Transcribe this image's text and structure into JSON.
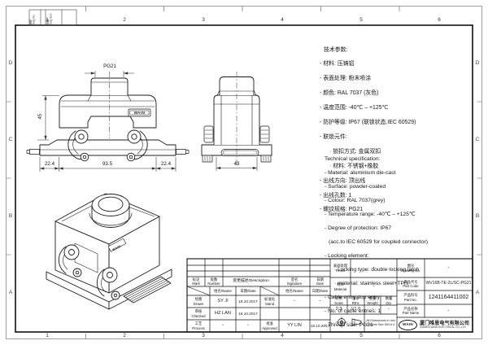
{
  "frame": {
    "zone_columns": [
      "1",
      "2",
      "3",
      "4",
      "5",
      "6"
    ],
    "zone_rows": [
      "D",
      "C",
      "B",
      "A"
    ],
    "corner_block": {
      "cell_1": "图号\nDwg No.",
      "cell_2": "规格\nDwg Size"
    }
  },
  "views": {
    "front": {
      "thread": "PG21",
      "height": "45",
      "dim_left": "22.4",
      "dim_middle": "93.5",
      "dim_right": "22.4",
      "brand": "WAIN"
    },
    "side": {
      "width": "43"
    },
    "iso": {
      "brand": "WAIN"
    }
  },
  "specs_cn": {
    "title": "技术参数:",
    "lines": [
      "- 材料: 压铸铝",
      "- 表面处理: 粉末喷涂",
      "- 颜色: RAL 7037 (灰色)",
      "- 温度范围: -40℃ – +125℃",
      "- 防护等级: IP67 (联锁状态,IEC 60529)",
      "- 联锁元件:",
      "· 锁扣方式: 金属双扣",
      "· 材料: 不锈钢+橡胶",
      "- 出线方向: 顶出线",
      "- 出线孔数: 1",
      "- 螺纹规格: PG21"
    ]
  },
  "specs_en": {
    "title": "Technical specification:",
    "lines": [
      "- Material: aluminium die-cast",
      "- Surface: powder-coated",
      "- Colour: RAL 7037(grey)",
      "- Temperature range: -40℃ – +125℃",
      "- Degree of protection: IP67",
      "(acc.to IEC 60529 for coupled connector)",
      "- Locking element:",
      "· Locking type: double locking latch",
      "· material: stainless steel+TPR",
      "- Cable entry: top entry",
      "- No. of cable entries: 1",
      "- Thread size: PG21"
    ]
  },
  "title_block": {
    "revision": {
      "mark": "标记\nMark",
      "number": "处数\nNumber",
      "description": "变更描述/Description",
      "signature": "签名\nSignature",
      "date": "日期\nDate",
      "name_1": "姓名/Name",
      "date_1": "日期/Date",
      "name_2": "姓名/Name",
      "date_2": "日期/Date"
    },
    "signoff": {
      "drawn_label": "绘图\nDrawn",
      "drawn_name": "SY JI",
      "drawn_date": "18.10.2017",
      "checked_label": "审核\nChecked",
      "checked_name": "HZ LAN",
      "checked_date": "18.10.2017",
      "process_label": "工艺\nProcess",
      "process_name": "-",
      "process_date": "-",
      "stand_label": "标准化\nStand",
      "stand_sig": "-",
      "stand_date": "-",
      "approved_label": "批准\nApproved",
      "approved_sig": "YY LIN",
      "approved_date": "18.10.2017"
    },
    "properties": {
      "finish_label": "表面处理\nFinish",
      "finish_value": "-",
      "material_label": "材料\nMaterial",
      "material_value": "-",
      "scale_label": "比例\nScale",
      "scale_value": "2:3",
      "rev_label": "版本\nREV.",
      "rev_value": "V1.0",
      "weight_label": "重量\nWeight",
      "weight_value": "-",
      "qty_label": "数量\nQty.",
      "qty_value": "-",
      "note": "All Dimensions in mm\nOriginal Size DIN A 4"
    },
    "identity": {
      "drawing_no_label": "图号\nDrawing No.",
      "drawing_no_value": "-",
      "part_code_label": "产品代号\nPart Code",
      "part_code_value": "WV16B-TE-2L/SC-PG21",
      "part_no_label": "产品料号\nPart No.",
      "part_no_value": "1241164411002",
      "part_name_label": "产品名称\nPart Name",
      "part_name_value": "-",
      "company_logo": "WAIN",
      "company_cn": "厦门唯恩电气有限公司",
      "company_en": "XIAMEN WAIN ELECTRICAL CO.,LTD"
    }
  }
}
